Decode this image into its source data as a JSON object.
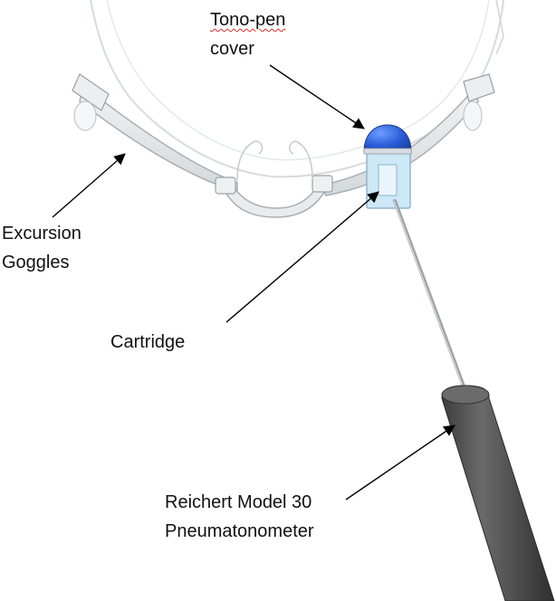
{
  "labels": {
    "cover_line1": "Tono-pen",
    "cover_line2": "cover",
    "goggles_line1": "Excursion",
    "goggles_line2": "Goggles",
    "cartridge": "Cartridge",
    "tonometer_line1": "Reichert Model 30",
    "tonometer_line2": "Pneumatonometer"
  },
  "colors": {
    "background": "#ffffff",
    "text": "#111111",
    "arrow": "#000000",
    "goggle_frame": "#dfe3e6",
    "goggle_edge": "#a8afb4",
    "cover_blue": "#2a5bd7",
    "cartridge_fill": "#cde8f7",
    "probe_shaft": "#9ea3a8",
    "tonometer_body": "#4e4e4e"
  }
}
